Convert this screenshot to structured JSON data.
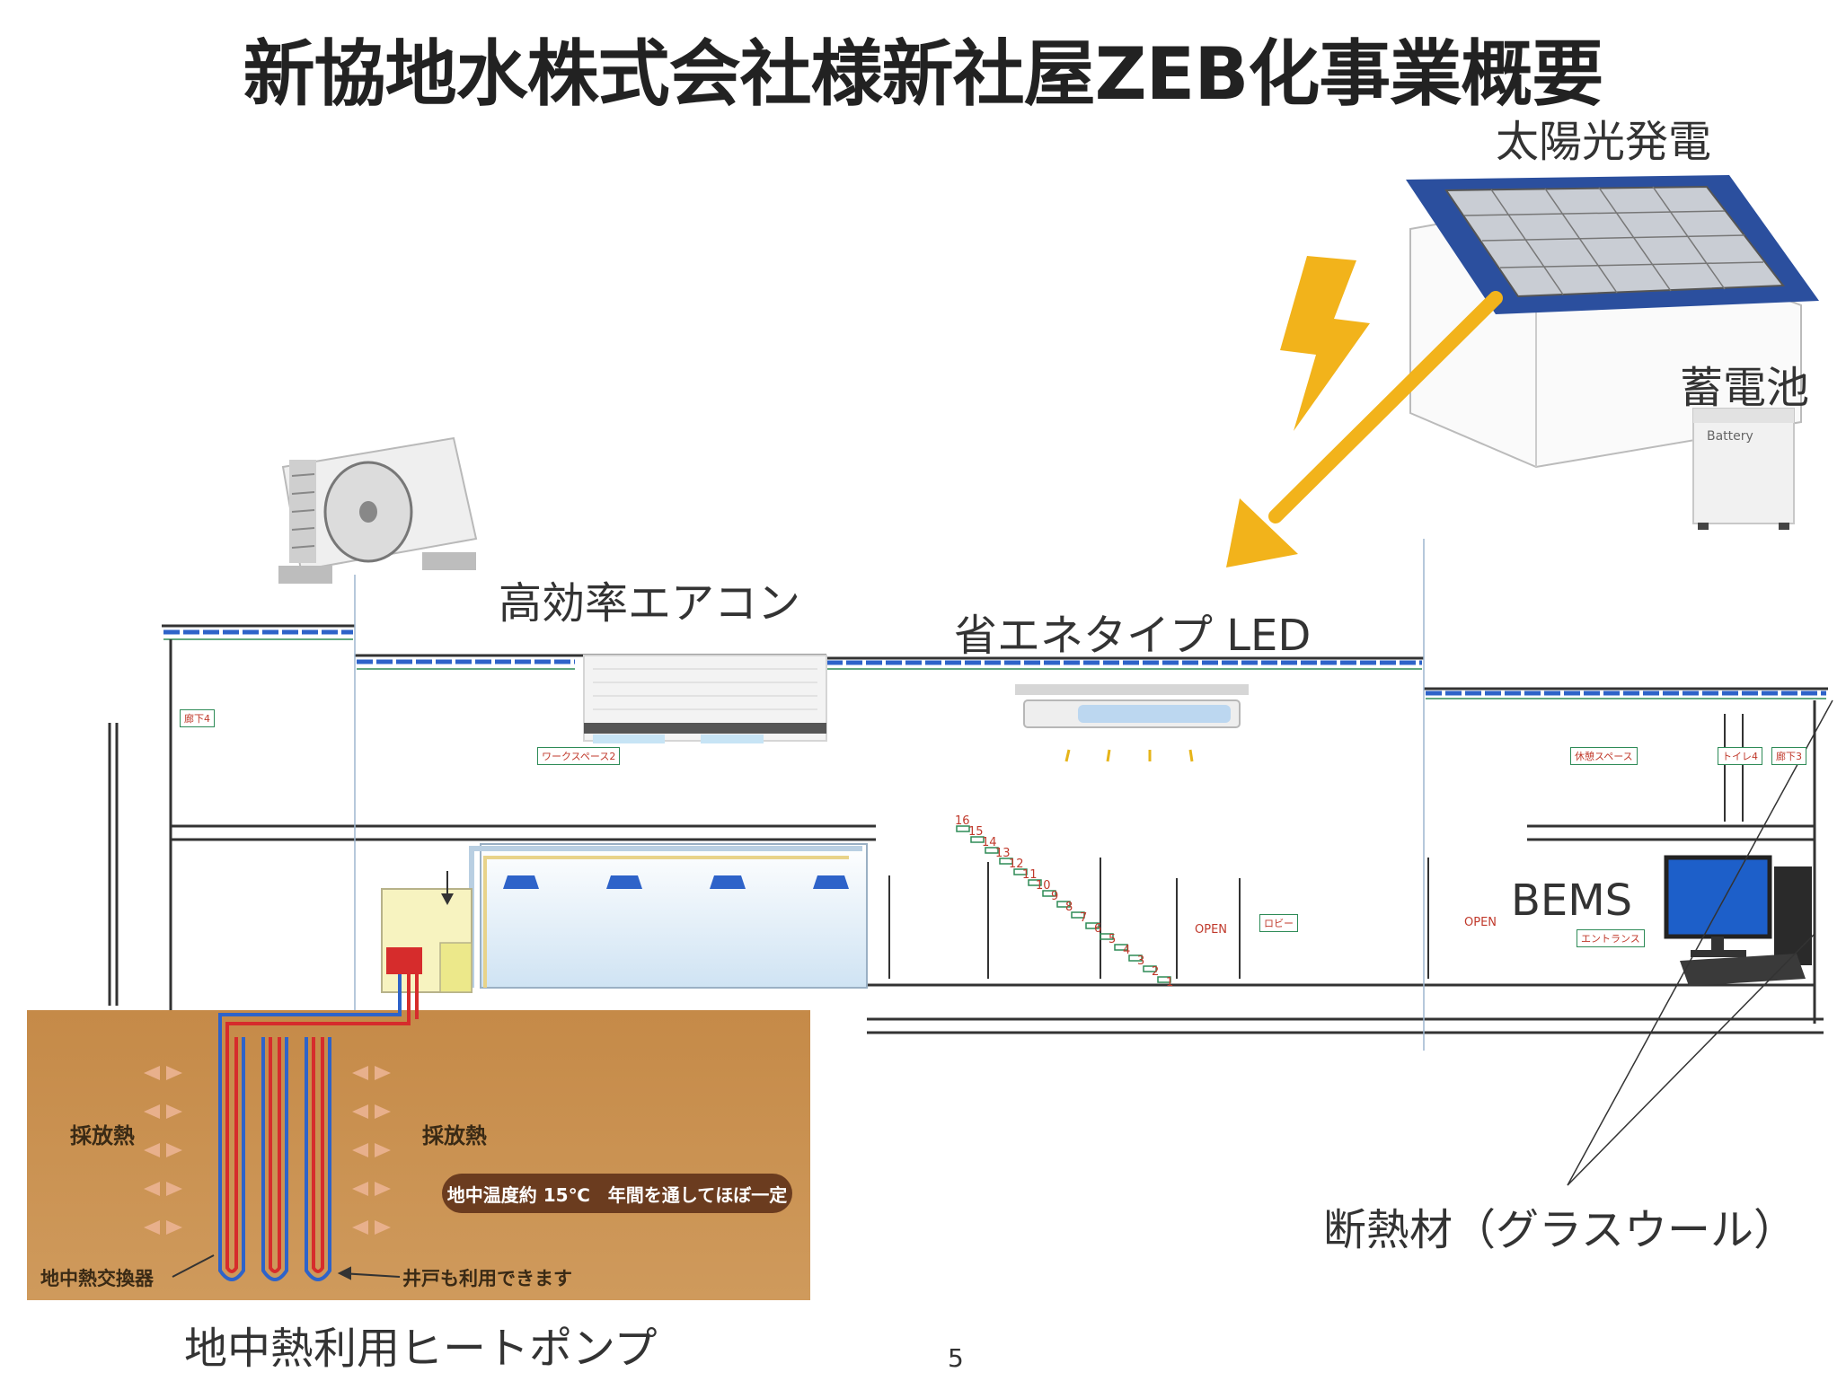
{
  "title": "新協地水株式会社様新社屋ZEB化事業概要",
  "labels": {
    "solar": "太陽光発電",
    "battery": "蓄電池",
    "battery_plate": "Battery",
    "aircon": "高効率エアコン",
    "led": "省エネタイプ LED",
    "bems": "BEMS",
    "insulation": "断熱材（グラスウール）",
    "heatpump": "地中熱利用ヒートポンプ"
  },
  "ground": {
    "heat_left": "採放熱",
    "heat_right": "採放熱",
    "temperature_note": "地中温度約 15℃　年間を通してほぼ一定",
    "exchanger": "地中熱交換器",
    "well": "井戸も利用できます"
  },
  "rooms": {
    "corridor4": "廊下4",
    "workspace": "ワークスペース2",
    "rest_space": "休憩スペース",
    "toilet": "トイレ4",
    "corridor3": "廊下3",
    "lobby": "ロビー",
    "entrance": "エントランス",
    "open1": "OPEN",
    "open2": "OPEN"
  },
  "stair_numbers": [
    "16",
    "15",
    "14",
    "13",
    "12",
    "11",
    "10",
    "9",
    "8",
    "7",
    "6",
    "5",
    "4",
    "3",
    "2",
    "1"
  ],
  "page_number": "5",
  "colors": {
    "roof_blue": "#2b4f9e",
    "arrow_yellow": "#f2b31b",
    "ground_brown": "#c89252",
    "pipe_red": "#d62c2c",
    "pipe_blue": "#2e63c9"
  }
}
